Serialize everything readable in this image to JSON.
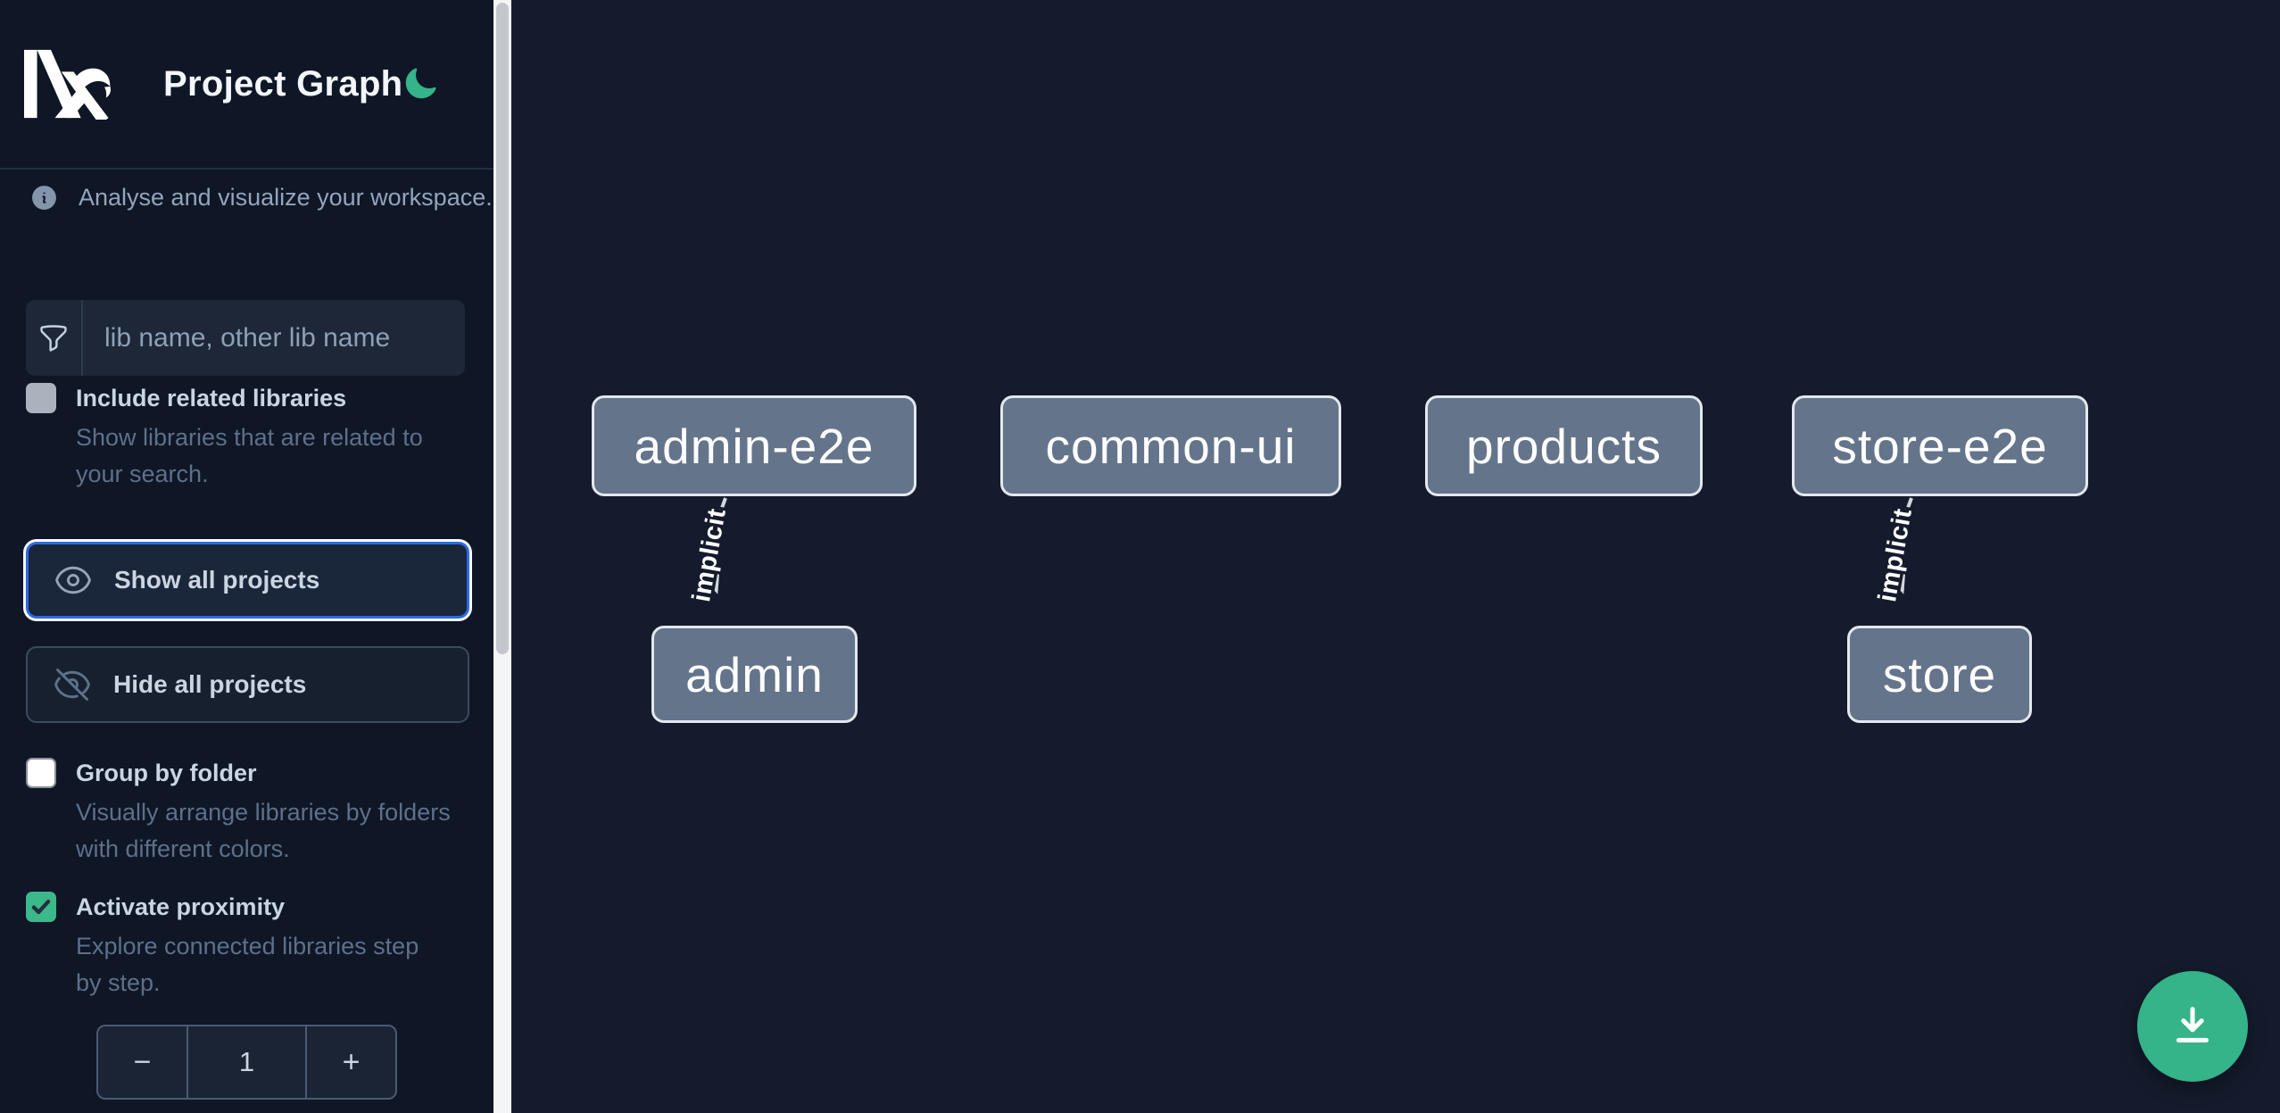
{
  "header": {
    "logo": "Nx",
    "title": "Project Graph",
    "theme_toggle_icon": "moon-icon"
  },
  "info": {
    "text": "Analyse and visualize your workspace."
  },
  "search": {
    "icon": "funnel-icon",
    "placeholder": "lib name, other lib name",
    "value": ""
  },
  "options": {
    "include_related": {
      "label": "Include related libraries",
      "description": "Show libraries that are related to your search.",
      "checked": false
    },
    "group_by_folder": {
      "label": "Group by folder",
      "description": "Visually arrange libraries by folders with different colors.",
      "checked": false
    },
    "activate_proximity": {
      "label": "Activate proximity",
      "description": "Explore connected libraries step by step.",
      "checked": true
    }
  },
  "actions": {
    "show_all": "Show all projects",
    "hide_all": "Hide all projects"
  },
  "stepper": {
    "decrement": "−",
    "value": "1",
    "increment": "+"
  },
  "graph": {
    "nodes": [
      {
        "id": "admin-e2e",
        "label": "admin-e2e"
      },
      {
        "id": "common-ui",
        "label": "common-ui"
      },
      {
        "id": "products",
        "label": "products"
      },
      {
        "id": "store-e2e",
        "label": "store-e2e"
      },
      {
        "id": "admin",
        "label": "admin"
      },
      {
        "id": "store",
        "label": "store"
      }
    ],
    "edges": [
      {
        "source": "admin-e2e",
        "target": "admin",
        "label": "implicit"
      },
      {
        "source": "store-e2e",
        "target": "store",
        "label": "implicit"
      }
    ]
  },
  "fab": {
    "icon": "download-icon"
  },
  "colors": {
    "accent_green": "#3ab789",
    "focus_blue": "#2d6ae3",
    "node_fill": "#64748b",
    "node_border": "#e3e8ee",
    "edge": "#d2d7de",
    "sidebar_bg": "#0f1626",
    "canvas_bg": "#141b2c"
  }
}
